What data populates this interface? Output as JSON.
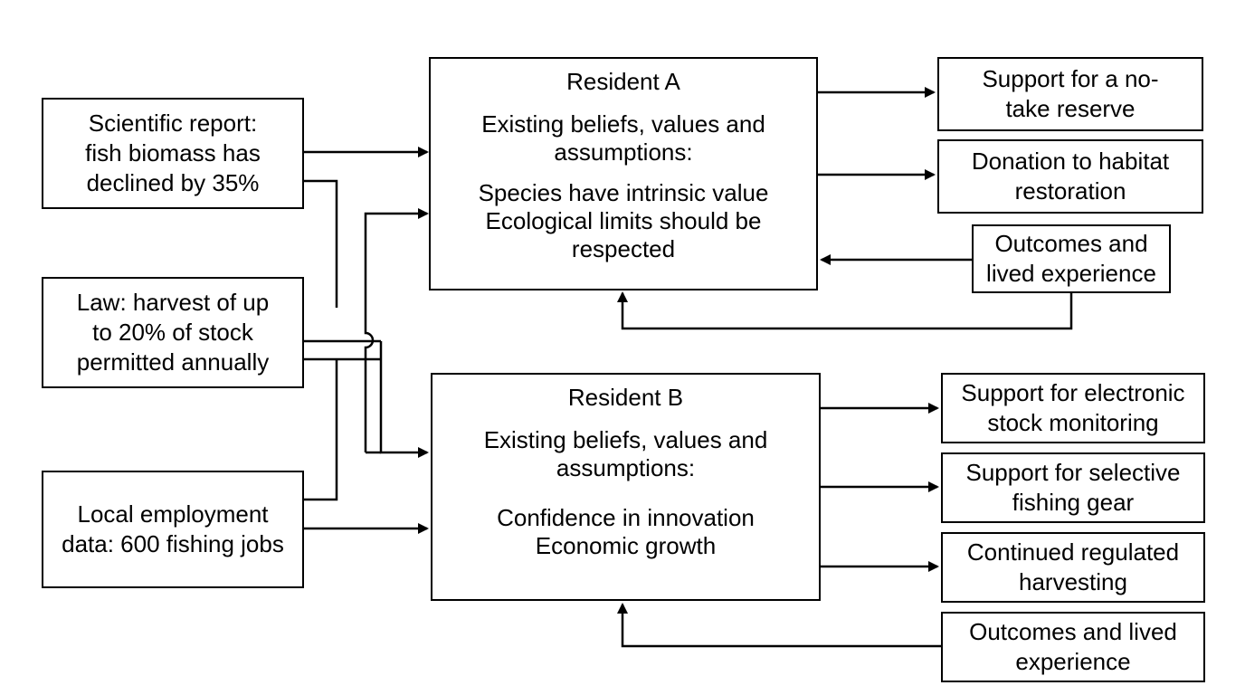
{
  "inputs": {
    "scientific_report": [
      "Scientific report:",
      "fish biomass has",
      "declined by 35%"
    ],
    "law": [
      "Law: harvest of up",
      "to 20% of stock",
      "permitted annually"
    ],
    "employment": [
      "Local employment",
      "data: 600 fishing jobs"
    ]
  },
  "resident_a": {
    "title": "Resident A",
    "heading": [
      "Existing beliefs, values and",
      "assumptions:"
    ],
    "values": [
      "Species have intrinsic value",
      "Ecological limits should be",
      "respected"
    ]
  },
  "resident_b": {
    "title": "Resident B",
    "heading": [
      "Existing beliefs, values and",
      "assumptions:"
    ],
    "values": [
      "Confidence in innovation",
      "Economic growth"
    ]
  },
  "outputs_a": [
    [
      "Support for a no-",
      "take reserve"
    ],
    [
      "Donation to habitat",
      "restoration"
    ]
  ],
  "feedback_a": [
    "Outcomes and",
    "lived experience"
  ],
  "outputs_b": [
    [
      "Support for electronic",
      "stock monitoring"
    ],
    [
      "Support for selective",
      "fishing gear"
    ],
    [
      "Continued regulated",
      "harvesting"
    ]
  ],
  "feedback_b": [
    "Outcomes and lived",
    "experience"
  ]
}
